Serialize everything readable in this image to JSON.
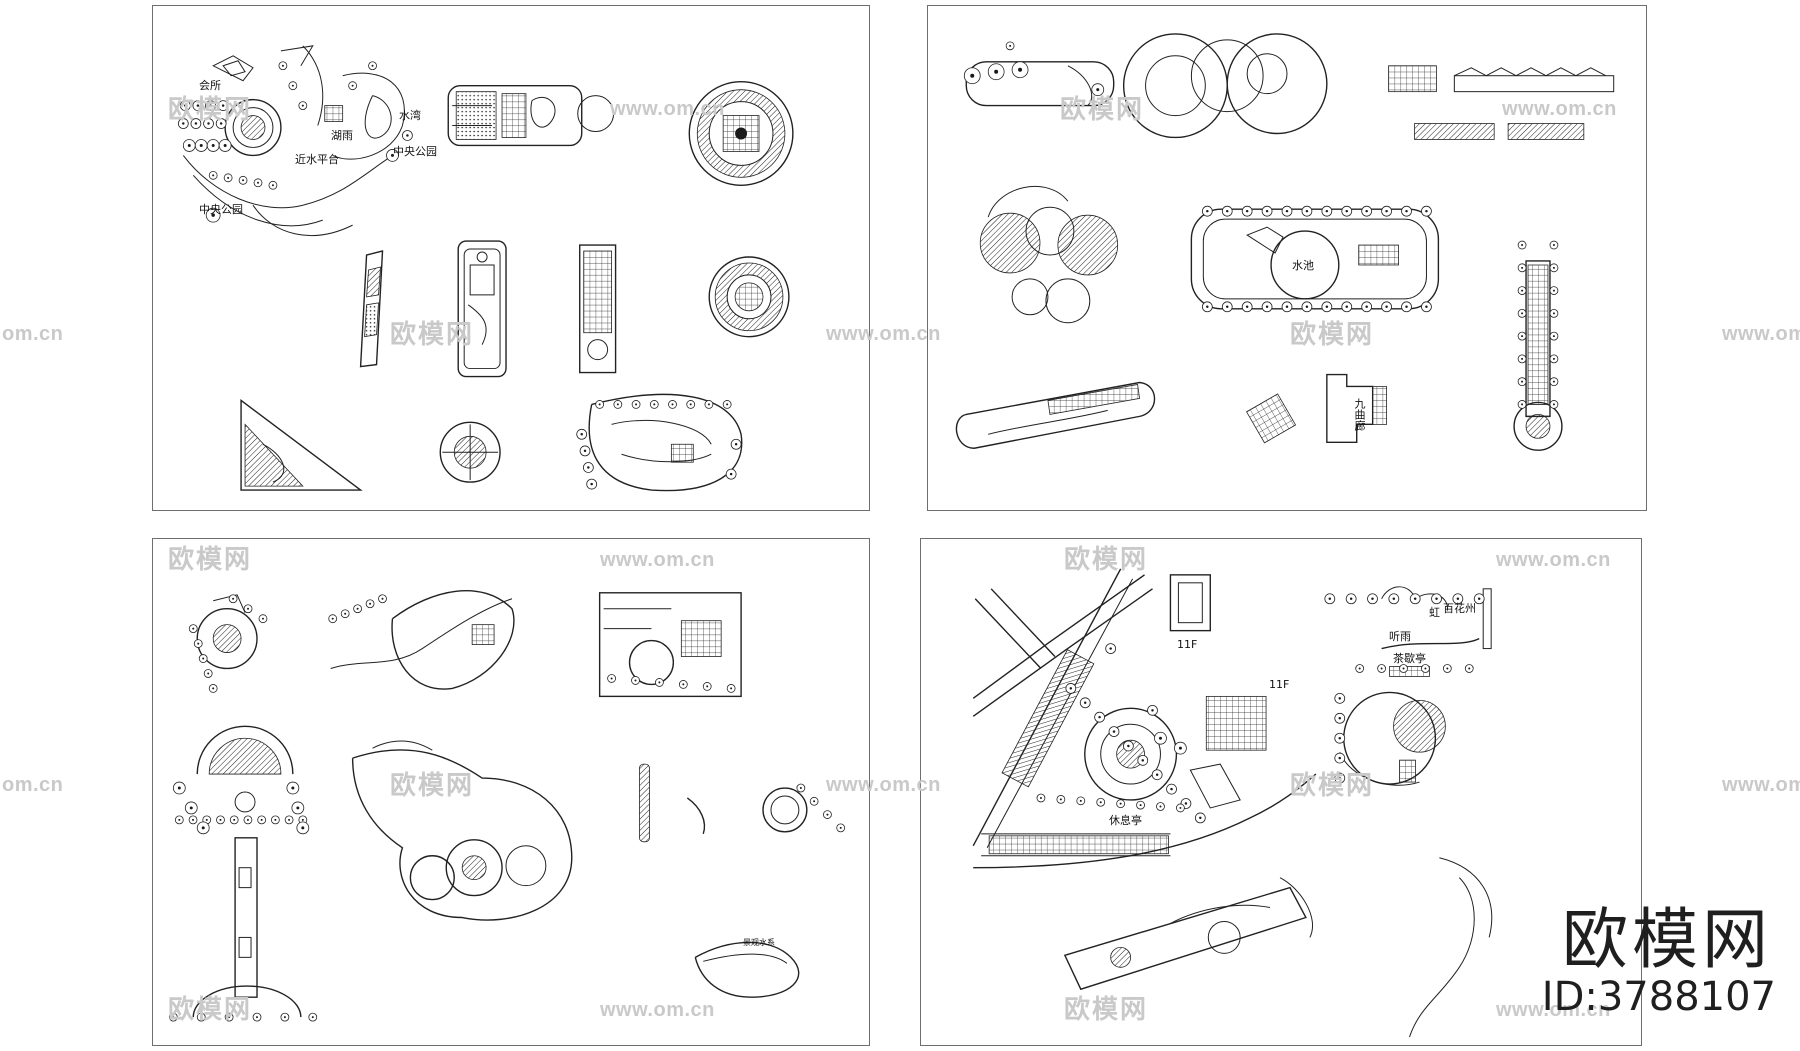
{
  "sheets": [
    {
      "id": "sheet-1",
      "labels": [
        {
          "key": "clubhouse",
          "text": "会所"
        },
        {
          "key": "waterbay",
          "text": "水湾"
        },
        {
          "key": "lake_rain",
          "text": "湖雨"
        },
        {
          "key": "waterside_platform",
          "text": "近水平台"
        },
        {
          "key": "central_park_1",
          "text": "中央公园"
        },
        {
          "key": "central_park_2",
          "text": "中央公园"
        }
      ]
    },
    {
      "id": "sheet-2",
      "labels": [
        {
          "key": "pool",
          "text": "水池"
        },
        {
          "key": "nine_bend_corridor",
          "text": "九曲廊"
        }
      ]
    },
    {
      "id": "sheet-3",
      "labels": [
        {
          "key": "small_caption",
          "text": "景观水系"
        }
      ]
    },
    {
      "id": "sheet-4",
      "labels": [
        {
          "key": "floor_11_a",
          "text": "11F"
        },
        {
          "key": "floor_11_b",
          "text": "11F"
        },
        {
          "key": "hundred_flower",
          "text": "百花州"
        },
        {
          "key": "rain_garden",
          "text": "听雨"
        },
        {
          "key": "rainbow",
          "text": "虹"
        },
        {
          "key": "tea_pavilion",
          "text": "茶歇亭"
        },
        {
          "key": "leisure_path",
          "text": "休息亭"
        }
      ]
    }
  ],
  "watermarks": {
    "url": "www.om.cn",
    "url_fragment": "om.cn",
    "cn": "欧模网"
  },
  "brand": {
    "name": "欧模网",
    "id_text": "ID:3788107"
  }
}
